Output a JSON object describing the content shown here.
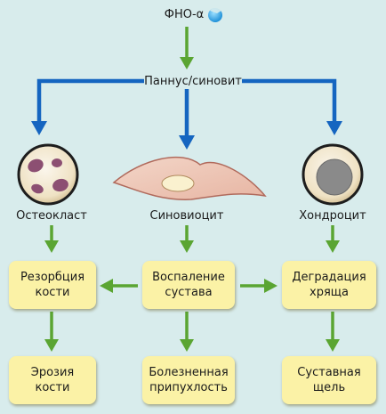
{
  "top_label": "ФНО-α",
  "hub_label": "Паннус/синовит",
  "cells": {
    "osteoclast": "Остеокласт",
    "synoviocyte": "Синовиоцит",
    "chondrocyte": "Хондроцит"
  },
  "processes": {
    "resorption": "Резорбция\nкости",
    "inflammation": "Воспаление\nсустава",
    "degradation": "Деградация\nхряща"
  },
  "outcomes": {
    "erosion": "Эрозия\nкости",
    "swelling": "Болезненная\nприпухлость",
    "joint_space": "Суставная\nщель"
  },
  "colors": {
    "background": "#d8ecec",
    "blue_arrow": "#1565c0",
    "green_arrow": "#5aa532",
    "box_fill": "#fbf2a6",
    "tnf_icon": "#3fb0e6"
  }
}
